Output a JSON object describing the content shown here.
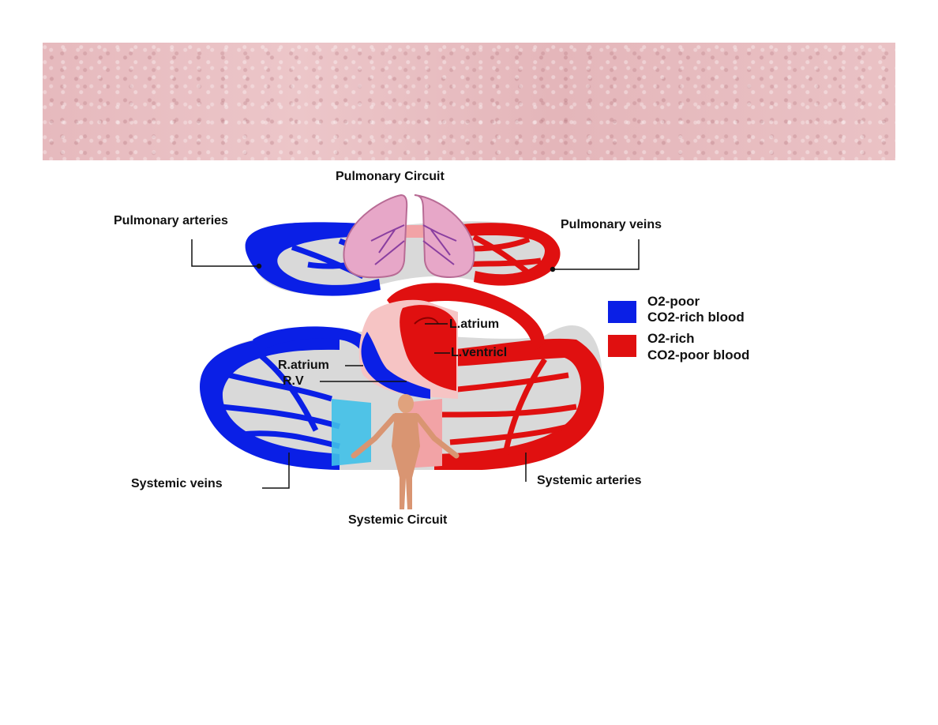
{
  "labels": {
    "pulmonary_circuit": "Pulmonary Circuit",
    "pulmonary_arteries": "Pulmonary arteries",
    "pulmonary_veins": "Pulmonary veins",
    "l_atrium": "L.atrium",
    "l_ventricle": "L.ventricl",
    "r_atrium": "R.atrium",
    "r_v": "R.V",
    "systemic_veins": "Systemic veins",
    "systemic_arteries": "Systemic arteries",
    "systemic_circuit": "Systemic Circuit"
  },
  "legend": [
    {
      "line1": "O2-poor",
      "line2": "CO2-rich blood",
      "color": "#0a1fe6"
    },
    {
      "line1": "O2-rich",
      "line2": "CO2-poor blood",
      "color": "#e01010"
    }
  ],
  "colors": {
    "title_band": "#e8bfc3",
    "deoxygenated": "#0a1fe6",
    "oxygenated": "#e01010",
    "capillary_blue": "#3fc0e8",
    "capillary_pink": "#f2a3a6",
    "tissue_gray": "#d9d9d9",
    "heart_pink": "#f6c4c4"
  }
}
